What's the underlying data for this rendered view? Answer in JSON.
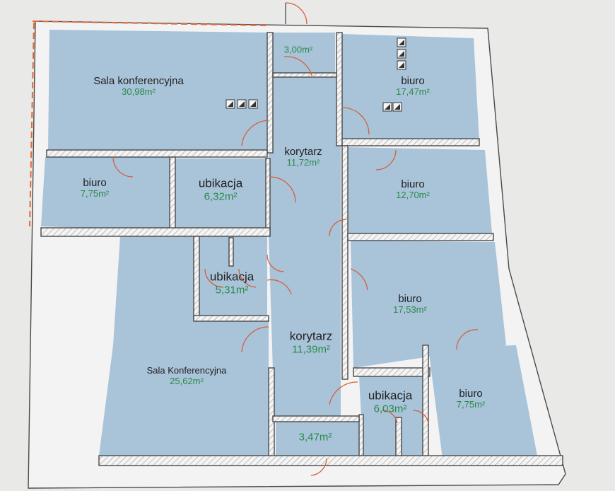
{
  "rooms": [
    {
      "name": "Sala konferencyjna",
      "area": "30,98m²"
    },
    {
      "name": "",
      "area": "3,00m²"
    },
    {
      "name": "biuro",
      "area": "17,47m²"
    },
    {
      "name": "korytarz",
      "area": "11,72m²"
    },
    {
      "name": "biuro",
      "area": "7,75m²"
    },
    {
      "name": "ubikacja",
      "area": "6,32m²"
    },
    {
      "name": "biuro",
      "area": "12,70m²"
    },
    {
      "name": "ubikacja",
      "area": "5,31m²"
    },
    {
      "name": "biuro",
      "area": "17,53m²"
    },
    {
      "name": "korytarz",
      "area": "11,39m²"
    },
    {
      "name": "Sala Konferencyjna",
      "area": "25,62m²"
    },
    {
      "name": "ubikacja",
      "area": "6,03m²"
    },
    {
      "name": "biuro",
      "area": "7,75m²"
    },
    {
      "name": "",
      "area": "3,47m²"
    }
  ],
  "colors": {
    "room_fill": "#a9c3d9",
    "wall_fill": "#f3f3f3",
    "exterior_line": "#e06a3a",
    "area_text": "#2a8a4a"
  }
}
